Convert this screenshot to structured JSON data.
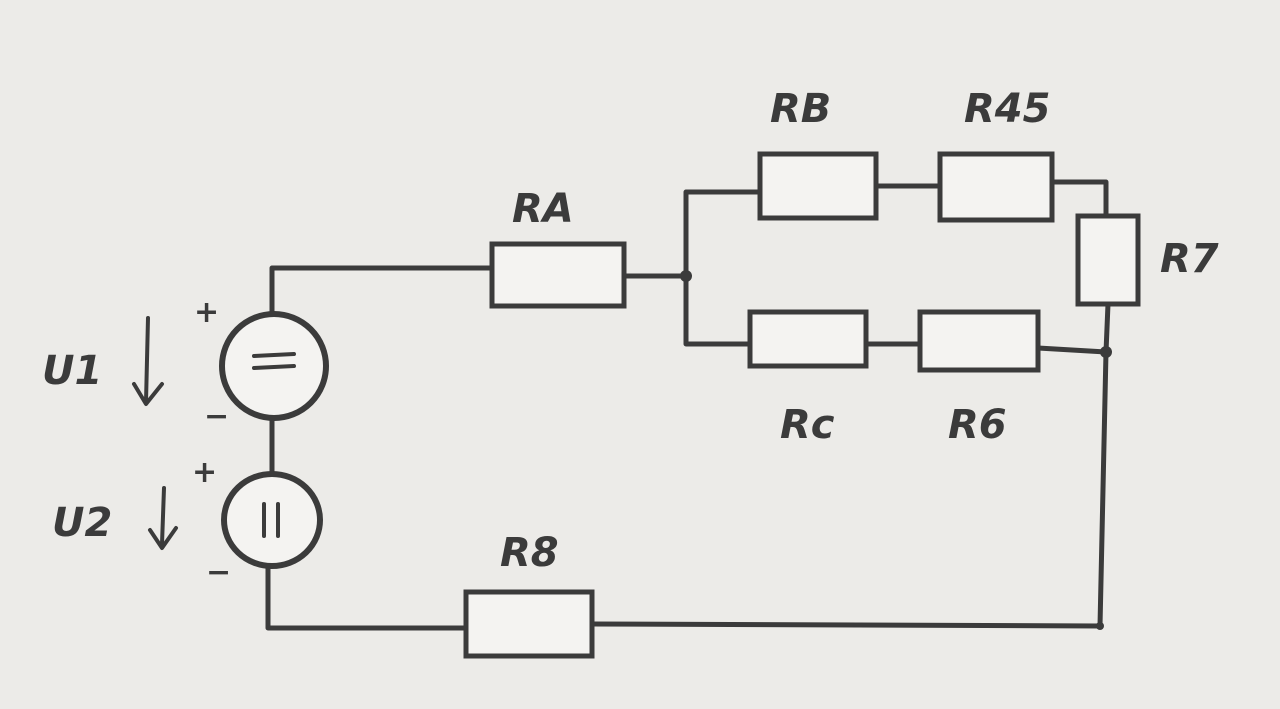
{
  "resistors": {
    "ra": "RA",
    "rb": "RB",
    "r45": "R45",
    "r7": "R7",
    "rc": "Rc",
    "r6": "R6",
    "r8": "R8"
  },
  "sources": {
    "u1": "U1",
    "u2": "U2",
    "plus": "+",
    "minus": "−"
  },
  "colors": {
    "ink": "#3b3b3b",
    "paper": "#ecebe8"
  }
}
